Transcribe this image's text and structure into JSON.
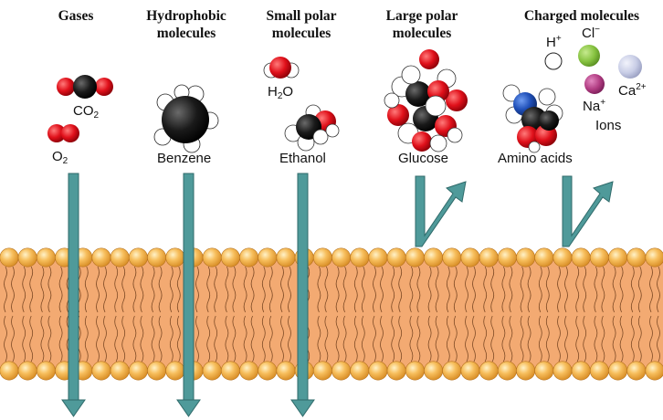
{
  "headers": {
    "gases": [
      "Gases"
    ],
    "hydrophobic": [
      "Hydrophobic",
      "molecules"
    ],
    "small_polar": [
      "Small polar",
      "molecules"
    ],
    "large_polar": [
      "Large polar",
      "molecules"
    ],
    "charged": [
      "Charged molecules"
    ]
  },
  "molecules": {
    "co2": {
      "base": "CO",
      "sub": "2"
    },
    "o2": {
      "base": "O",
      "sub": "2"
    },
    "benzene": "Benzene",
    "h2o": {
      "base1": "H",
      "sub": "2",
      "base2": "O"
    },
    "ethanol": "Ethanol",
    "glucose": "Glucose",
    "amino_acids": "Amino acids",
    "h_ion": {
      "base": "H",
      "sup": "+"
    },
    "cl_ion": {
      "base": "Cl",
      "sup": "−"
    },
    "na_ion": {
      "base": "Na",
      "sup": "+"
    },
    "ca_ion": {
      "base": "Ca",
      "sup": "2+"
    },
    "ions": "Ions"
  },
  "colors": {
    "oxygen": "#e0101a",
    "carbon": "#1a1a1a",
    "hydrogen": "#ffffff",
    "nitrogen": "#1f4fb8",
    "cl_ion": "#86c240",
    "na_ion": "#b13c82",
    "ca_ion": "#c8cde6",
    "arrow": "#4f9a9a",
    "bilayer": "#f3aa72",
    "head": "#f5b04c"
  },
  "passage": {
    "gases": "crosses membrane",
    "hydrophobic": "crosses membrane",
    "small_polar": "crosses membrane",
    "large_polar": "blocked",
    "charged": "blocked"
  }
}
